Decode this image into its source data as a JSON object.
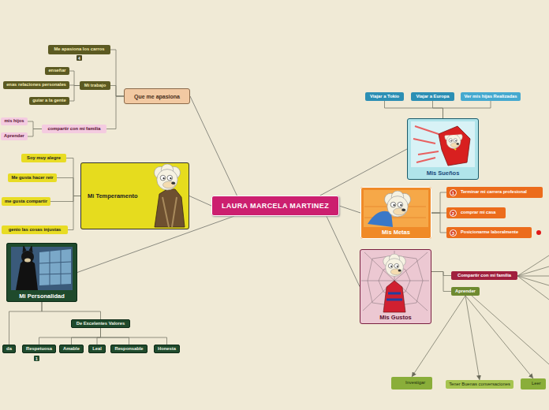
{
  "diagram": {
    "nodes": [
      {
        "text": [
          "LAURA MARCELA MARTINEZ"
        ]
      },
      {
        "text": [
          "Que me apasiona"
        ]
      },
      {
        "text": [
          "Me apasiona los carros"
        ]
      },
      {
        "text": [
          "Mi trabajo"
        ]
      },
      {
        "text": [
          "enseñar"
        ]
      },
      {
        "text": [
          "enas relaciones personales"
        ]
      },
      {
        "text": [
          "guiar a la gente"
        ]
      },
      {
        "text": [
          "compartir con mi familia"
        ]
      },
      {
        "text": [
          "mis hijos"
        ]
      },
      {
        "text": [
          "Aprender"
        ]
      },
      {
        "text": [
          "Mi Temperamento"
        ]
      },
      {
        "text": [
          "Soy muy alegre"
        ]
      },
      {
        "text": [
          "Me gusta hacer reir"
        ]
      },
      {
        "text": [
          "me gusta compartir"
        ]
      },
      {
        "text": [
          "genio las cosas injustas"
        ]
      },
      {
        "text": [
          "Mi Personalidad"
        ]
      },
      {
        "text": [
          "De Excelentes Valores"
        ]
      },
      {
        "text": [
          "da"
        ]
      },
      {
        "text": [
          "Respetuosa"
        ]
      },
      {
        "text": [
          "Amable"
        ]
      },
      {
        "text": [
          "Leal"
        ]
      },
      {
        "text": [
          "Responsable"
        ]
      },
      {
        "text": [
          "Honesta"
        ]
      },
      {
        "text": [
          "Mis Sueños"
        ]
      },
      {
        "text": [
          "Viajar a Tokio"
        ]
      },
      {
        "text": [
          "Viajar a Europa"
        ]
      },
      {
        "text": [
          "Ver mis hijas Realizadas"
        ]
      },
      {
        "text": [
          "Mis Metas"
        ]
      },
      {
        "text": [
          "Terminar mi carrera profesional"
        ]
      },
      {
        "text": [
          "comprar mi casa"
        ]
      },
      {
        "text": [
          "Posicionarme laboralmente"
        ]
      },
      {
        "text": [
          "Mis Gustos"
        ]
      },
      {
        "text": [
          "Compartir con mi familia"
        ]
      },
      {
        "text": [
          "Aprender"
        ]
      },
      {
        "text": [
          "Investigar"
        ]
      },
      {
        "text": [
          "Tener Buenas conversaciones"
        ]
      },
      {
        "text": [
          "Leer"
        ]
      }
    ],
    "edges": [
      {
        "from": 0,
        "to": 1,
        "arrow": "none"
      },
      {
        "from": 0,
        "to": 10,
        "arrow": "none"
      },
      {
        "from": 0,
        "to": 15,
        "arrow": "none"
      },
      {
        "from": 0,
        "to": 23,
        "arrow": "none"
      },
      {
        "from": 0,
        "to": 27,
        "arrow": "none"
      },
      {
        "from": 0,
        "to": 31,
        "arrow": "none"
      },
      {
        "from": 1,
        "to": 2,
        "arrow": "none"
      },
      {
        "from": 1,
        "to": 3,
        "arrow": "none"
      },
      {
        "from": 1,
        "to": 7,
        "arrow": "none"
      },
      {
        "from": 3,
        "to": 4,
        "arrow": "none"
      },
      {
        "from": 3,
        "to": 5,
        "arrow": "none"
      },
      {
        "from": 3,
        "to": 6,
        "arrow": "none"
      },
      {
        "from": 7,
        "to": 8,
        "arrow": "none"
      },
      {
        "from": 7,
        "to": 9,
        "arrow": "none"
      },
      {
        "from": 10,
        "to": 11,
        "arrow": "none"
      },
      {
        "from": 10,
        "to": 12,
        "arrow": "none"
      },
      {
        "from": 10,
        "to": 13,
        "arrow": "none"
      },
      {
        "from": 10,
        "to": 14,
        "arrow": "none"
      },
      {
        "from": 15,
        "to": 16,
        "arrow": "none"
      },
      {
        "from": 15,
        "to": 17,
        "arrow": "none"
      },
      {
        "from": 16,
        "to": 18,
        "arrow": "none"
      },
      {
        "from": 16,
        "to": 19,
        "arrow": "none"
      },
      {
        "from": 16,
        "to": 20,
        "arrow": "none"
      },
      {
        "from": 16,
        "to": 21,
        "arrow": "none"
      },
      {
        "from": 16,
        "to": 22,
        "arrow": "none"
      },
      {
        "from": 23,
        "to": 24,
        "arrow": "none"
      },
      {
        "from": 23,
        "to": 25,
        "arrow": "none"
      },
      {
        "from": 23,
        "to": 26,
        "arrow": "none"
      },
      {
        "from": 27,
        "to": 28,
        "arrow": "none"
      },
      {
        "from": 27,
        "to": 29,
        "arrow": "none"
      },
      {
        "from": 27,
        "to": 30,
        "arrow": "none"
      },
      {
        "from": 31,
        "to": 32,
        "arrow": "none"
      },
      {
        "from": 31,
        "to": 33,
        "arrow": "none"
      },
      {
        "from": 33,
        "to": 34,
        "arrow": "to"
      },
      {
        "from": 33,
        "to": 35,
        "arrow": "to"
      },
      {
        "from": 33,
        "to": 36,
        "arrow": "to"
      }
    ],
    "labels": [
      "4",
      "1",
      "2",
      "3",
      "1"
    ]
  }
}
